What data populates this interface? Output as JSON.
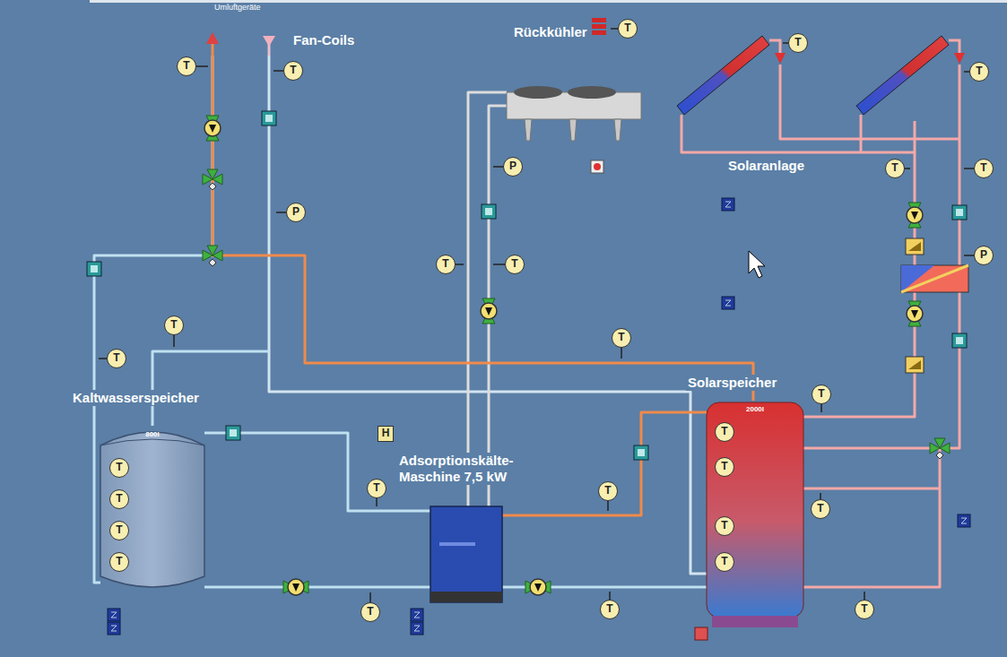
{
  "diagram": {
    "nodes": [
      {
        "text": [
          "Umluftgeräte",
          "Fan-Coils"
        ]
      },
      {
        "text": [
          "Rückkühler"
        ]
      },
      {
        "text": [
          "Solaranlage"
        ]
      },
      {
        "text": [
          "Kaltwasserspeicher",
          "800l"
        ]
      },
      {
        "text": [
          "Adsorptionskälte- Maschine 7,5 kW"
        ]
      },
      {
        "text": [
          "Solarspeicher",
          "2000l"
        ]
      },
      {
        "text": [
          "H"
        ]
      },
      {
        "text": [
          "T"
        ]
      },
      {
        "text": [
          "T"
        ]
      },
      {
        "text": [
          "T"
        ]
      },
      {
        "text": [
          "T"
        ]
      },
      {
        "text": [
          "T"
        ]
      },
      {
        "text": [
          "P"
        ]
      },
      {
        "text": [
          "T"
        ]
      },
      {
        "text": [
          "T"
        ]
      },
      {
        "text": [
          "P"
        ]
      },
      {
        "text": [
          "P"
        ]
      },
      {
        "text": [
          "T"
        ]
      },
      {
        "text": [
          "T"
        ]
      },
      {
        "text": [
          "T"
        ]
      },
      {
        "text": [
          "T"
        ]
      },
      {
        "text": [
          "T"
        ]
      },
      {
        "text": [
          "T"
        ]
      },
      {
        "text": [
          "T"
        ]
      },
      {
        "text": [
          "T"
        ]
      },
      {
        "text": [
          "T"
        ]
      },
      {
        "text": [
          "T"
        ]
      },
      {
        "text": [
          "T"
        ]
      },
      {
        "text": [
          "T"
        ]
      },
      {
        "text": [
          "T"
        ],
        "in": 3
      },
      {
        "text": [
          "T"
        ],
        "in": 3
      },
      {
        "text": [
          "T"
        ],
        "in": 3
      },
      {
        "text": [
          "T"
        ],
        "in": 3
      },
      {
        "text": [
          "T"
        ],
        "in": 5
      },
      {
        "text": [
          "T"
        ],
        "in": 5
      },
      {
        "text": [
          "T"
        ],
        "in": 5
      },
      {
        "text": [
          "T"
        ],
        "in": 5
      }
    ],
    "edges": [
      {
        "from": 3,
        "to": 4,
        "arrow": "none"
      },
      {
        "from": 4,
        "to": 5,
        "arrow": "none"
      },
      {
        "from": 4,
        "to": 1,
        "arrow": "none"
      },
      {
        "from": 2,
        "to": 5,
        "arrow": "none"
      },
      {
        "from": 3,
        "to": 0,
        "arrow": "none"
      },
      {
        "from": 5,
        "to": 0,
        "arrow": "none"
      }
    ]
  }
}
